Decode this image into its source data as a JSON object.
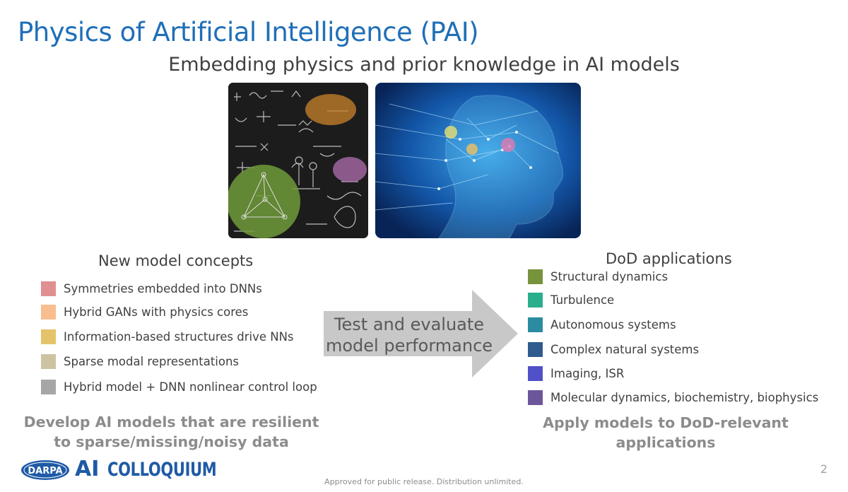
{
  "slide": {
    "title": "Physics of Artificial Intelligence (PAI)",
    "subtitle": "Embedding physics and prior knowledge in AI models",
    "page_number": "2",
    "footer": "Approved for public release. Distribution unlimited."
  },
  "images": {
    "equations": "equations-chalkboard-image",
    "ai_head": "ai-head-network-image"
  },
  "left": {
    "heading": "New model concepts",
    "items": [
      {
        "label": "Symmetries embedded into DNNs",
        "color": "#e09090"
      },
      {
        "label": "Hybrid GANs with physics cores",
        "color": "#f9be8f"
      },
      {
        "label": "Information-based structures drive NNs",
        "color": "#e5c36a"
      },
      {
        "label": "Sparse modal representations",
        "color": "#cdc3a0"
      },
      {
        "label": "Hybrid model + DNN nonlinear control loop",
        "color": "#a6a6a6"
      }
    ],
    "bottom_line1": "Develop AI models that are resilient",
    "bottom_line2": "to sparse/missing/noisy data"
  },
  "arrow": {
    "line1": "Test and evaluate",
    "line2": "model performance",
    "color": "#c8c8c8"
  },
  "right": {
    "heading": "DoD applications",
    "items": [
      {
        "label": "Structural dynamics",
        "color": "#77933c"
      },
      {
        "label": "Turbulence",
        "color": "#2aae8c"
      },
      {
        "label": "Autonomous systems",
        "color": "#2b8ba0"
      },
      {
        "label": "Complex natural systems",
        "color": "#2f5b8e"
      },
      {
        "label": "Imaging, ISR",
        "color": "#5050c8"
      },
      {
        "label": "Molecular dynamics, biochemistry, biophysics",
        "color": "#6b569b"
      }
    ],
    "bottom_line1": "Apply models to DoD-relevant",
    "bottom_line2": "applications"
  },
  "logo": {
    "darpa": "DARPA",
    "ai": "AI",
    "colloquium": "COLLOQUIUM",
    "brand_color": "#1f5aa6"
  }
}
